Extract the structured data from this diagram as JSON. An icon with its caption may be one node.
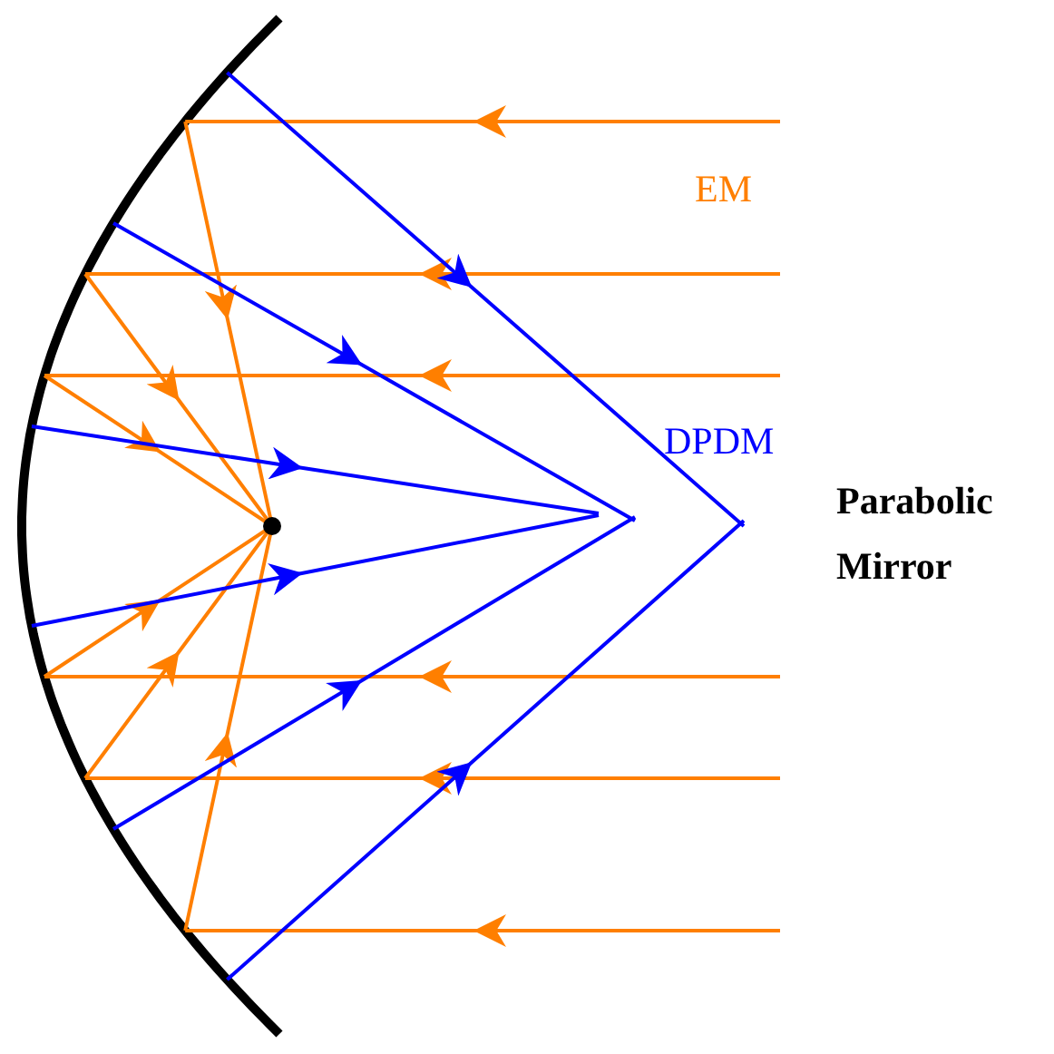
{
  "diagram": {
    "labels": [
      "EM",
      "DPDM",
      "Parabolic Mirror"
    ]
  }
}
